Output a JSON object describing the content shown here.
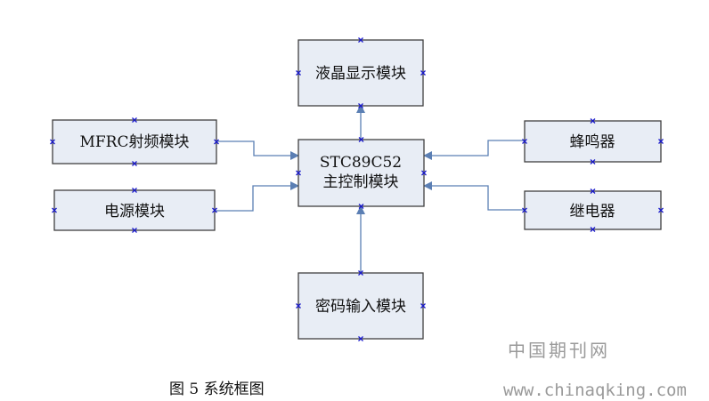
{
  "diagram": {
    "nodes": {
      "lcd": "液晶显示模块",
      "mfrc": "MFRC射频模块",
      "mcu_line1": "STC89C52",
      "mcu_line2": "主控制模块",
      "buzzer": "蜂鸣器",
      "power": "电源模块",
      "relay": "继电器",
      "keypad": "密码输入模块"
    },
    "edges": [
      {
        "from": "mcu",
        "to": "lcd"
      },
      {
        "from": "mfrc",
        "to": "mcu"
      },
      {
        "from": "power",
        "to": "mcu"
      },
      {
        "from": "buzzer",
        "to": "mcu"
      },
      {
        "from": "relay",
        "to": "mcu"
      },
      {
        "from": "keypad",
        "to": "mcu"
      }
    ]
  },
  "caption": "图 5 系统框图",
  "watermark": {
    "title": "中国期刊网",
    "url": "www.chinaqking.com"
  },
  "colors": {
    "box_fill": "#e8edf5",
    "box_stroke": "#404040",
    "connector": "#5b7fb4",
    "handle": "#1a1acc",
    "watermark": "#9a9a9a"
  }
}
